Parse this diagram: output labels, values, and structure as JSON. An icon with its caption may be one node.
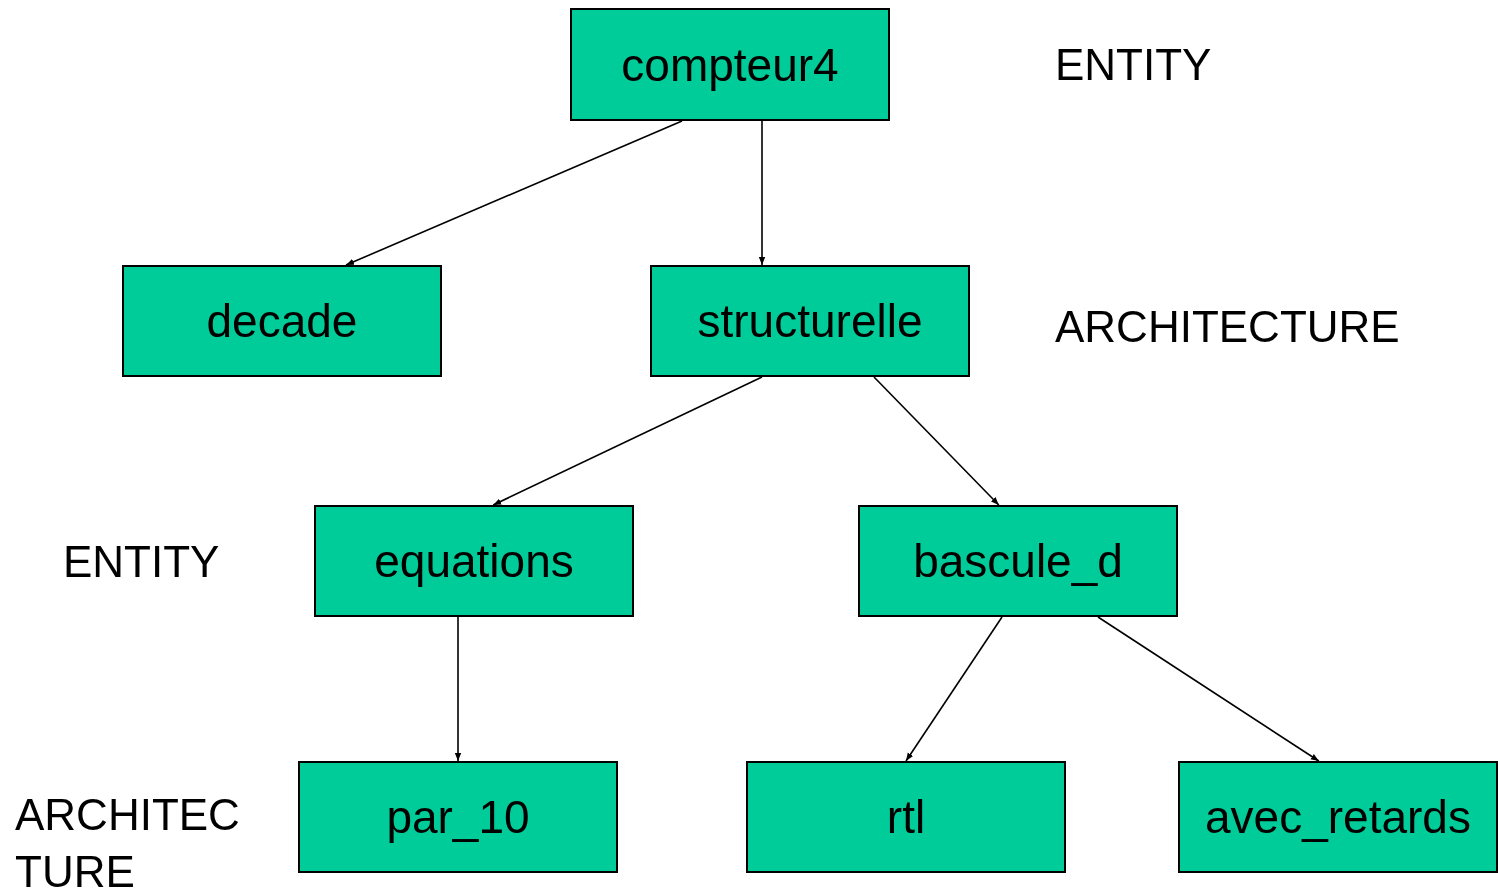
{
  "diagram": {
    "nodes": [
      {
        "text": [
          "compteur4"
        ]
      },
      {
        "text": [
          "decade"
        ]
      },
      {
        "text": [
          "structurelle"
        ]
      },
      {
        "text": [
          "equations"
        ]
      },
      {
        "text": [
          "bascule_d"
        ]
      },
      {
        "text": [
          "par_10"
        ]
      },
      {
        "text": [
          "rtl"
        ]
      },
      {
        "text": [
          "avec_retards"
        ]
      }
    ],
    "edges": [
      {
        "from": 0,
        "to": 1,
        "arrow": "to"
      },
      {
        "from": 0,
        "to": 2,
        "arrow": "to"
      },
      {
        "from": 2,
        "to": 3,
        "arrow": "to"
      },
      {
        "from": 2,
        "to": 4,
        "arrow": "to"
      },
      {
        "from": 3,
        "to": 5,
        "arrow": "to"
      },
      {
        "from": 4,
        "to": 6,
        "arrow": "to"
      },
      {
        "from": 4,
        "to": 7,
        "arrow": "to"
      }
    ],
    "labels": [
      "ENTITY",
      "ARCHITECTURE",
      "ENTITY",
      "ARCHITEC TURE"
    ]
  }
}
